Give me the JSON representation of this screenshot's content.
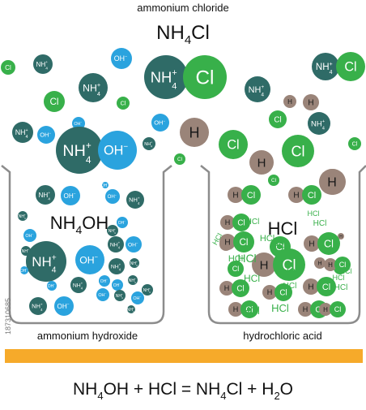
{
  "top_label": "ammonium chloride",
  "top_formula": {
    "a": "NH",
    "sub": "4",
    "b": "Cl"
  },
  "left_beaker": {
    "label": "ammonium hydroxide",
    "formula": {
      "a": "NH",
      "sub": "4",
      "b": "OH"
    }
  },
  "right_beaker": {
    "label": "hydrochloric acid",
    "formula": "HCl",
    "dissolved_word": "HCl"
  },
  "side_id": "187310685",
  "equation": {
    "p1": "NH",
    "s1": "4",
    "p2": "OH + HCl = NH",
    "s2": "4",
    "p3": "Cl + H",
    "s3": "2",
    "p4": "O"
  },
  "ions": {
    "nh4": {
      "base": "NH",
      "sup": "+",
      "sub": "4"
    },
    "oh": {
      "base": "OH",
      "sup": "−"
    },
    "cl": "Cl",
    "h": "H"
  },
  "colors": {
    "nh4": "#2f6b67",
    "oh": "#2aa3de",
    "cl": "#38b04a",
    "h": "#9a8479",
    "hcl_text": "#38b04a",
    "beaker_outline": "#8c8c8c",
    "bar": "#f6aa2a"
  }
}
